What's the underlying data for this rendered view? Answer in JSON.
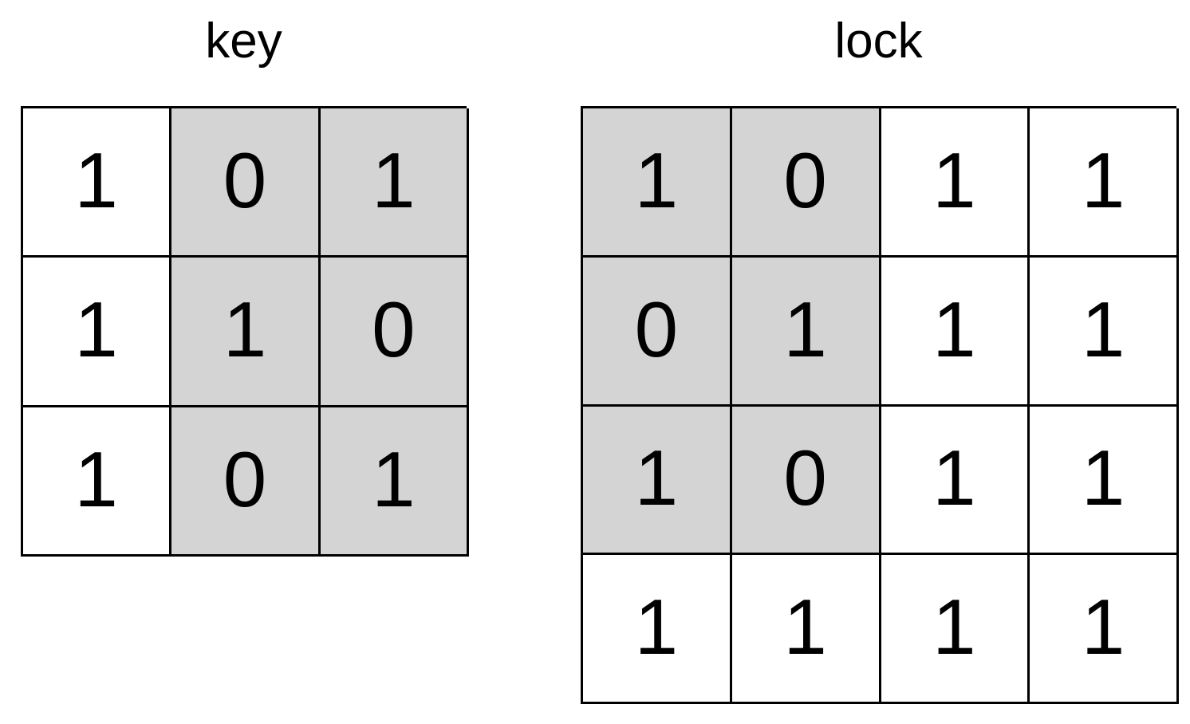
{
  "background_color": "#ffffff",
  "shaded_color": "#d4d4d4",
  "border_color": "#000000",
  "text_color": "#000000",
  "panels": {
    "key": {
      "title": "key",
      "rows": 3,
      "cols": 3,
      "cells": [
        [
          {
            "value": "1",
            "shaded": false
          },
          {
            "value": "0",
            "shaded": true
          },
          {
            "value": "1",
            "shaded": true
          }
        ],
        [
          {
            "value": "1",
            "shaded": false
          },
          {
            "value": "1",
            "shaded": true
          },
          {
            "value": "0",
            "shaded": true
          }
        ],
        [
          {
            "value": "1",
            "shaded": false
          },
          {
            "value": "0",
            "shaded": true
          },
          {
            "value": "1",
            "shaded": true
          }
        ]
      ]
    },
    "lock": {
      "title": "lock",
      "rows": 4,
      "cols": 4,
      "cells": [
        [
          {
            "value": "1",
            "shaded": true
          },
          {
            "value": "0",
            "shaded": true
          },
          {
            "value": "1",
            "shaded": false
          },
          {
            "value": "1",
            "shaded": false
          }
        ],
        [
          {
            "value": "0",
            "shaded": true
          },
          {
            "value": "1",
            "shaded": true
          },
          {
            "value": "1",
            "shaded": false
          },
          {
            "value": "1",
            "shaded": false
          }
        ],
        [
          {
            "value": "1",
            "shaded": true
          },
          {
            "value": "0",
            "shaded": true
          },
          {
            "value": "1",
            "shaded": false
          },
          {
            "value": "1",
            "shaded": false
          }
        ],
        [
          {
            "value": "1",
            "shaded": false
          },
          {
            "value": "1",
            "shaded": false
          },
          {
            "value": "1",
            "shaded": false
          },
          {
            "value": "1",
            "shaded": false
          }
        ]
      ]
    }
  }
}
